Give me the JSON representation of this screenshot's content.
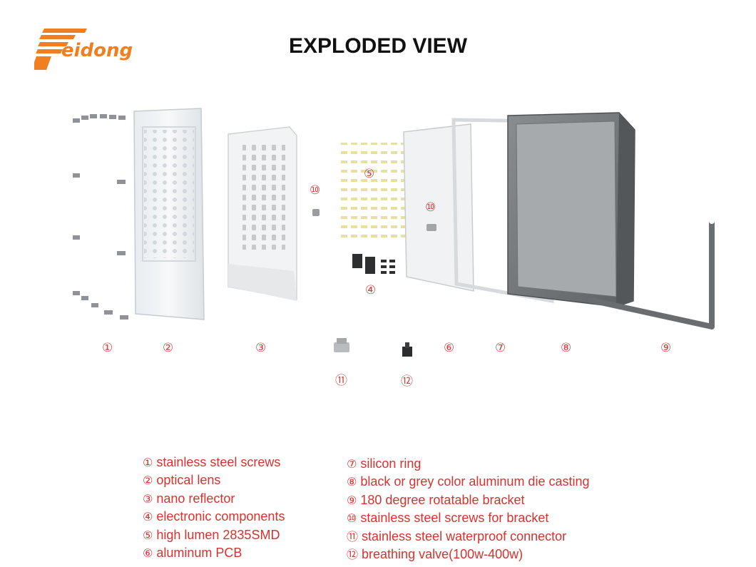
{
  "brand": {
    "name": "eidong",
    "color": "#f07f22"
  },
  "title": "EXPLODED VIEW",
  "markers": {
    "m1": "①",
    "m2": "②",
    "m3": "③",
    "m4": "④",
    "m5": "⑤",
    "m6": "⑥",
    "m7": "⑦",
    "m8": "⑧",
    "m9": "⑨",
    "m10a": "⑩",
    "m10b": "⑩",
    "m11": "⑪",
    "m12": "⑫"
  },
  "legend_left": [
    {
      "num": "①",
      "text": "stainless steel screws"
    },
    {
      "num": "②",
      "text": "optical lens"
    },
    {
      "num": "③",
      "text": "nano reflector"
    },
    {
      "num": "④",
      "text": "electronic components"
    },
    {
      "num": "⑤",
      "text": "high lumen 2835SMD"
    },
    {
      "num": "⑥",
      "text": "aluminum PCB"
    }
  ],
  "legend_right": [
    {
      "num": "⑦",
      "text": "silicon ring"
    },
    {
      "num": "⑧",
      "text": "black or grey color aluminum die casting"
    },
    {
      "num": "⑨",
      "text": "180 degree rotatable bracket"
    },
    {
      "num": "⑩",
      "text": "stainless steel screws for bracket"
    },
    {
      "num": "⑪",
      "text": "stainless steel waterproof connector"
    },
    {
      "num": "⑫",
      "text": "breathing valve(100w-400w)"
    }
  ],
  "colors": {
    "legend": "#d8322e",
    "marker": "#d24040"
  }
}
